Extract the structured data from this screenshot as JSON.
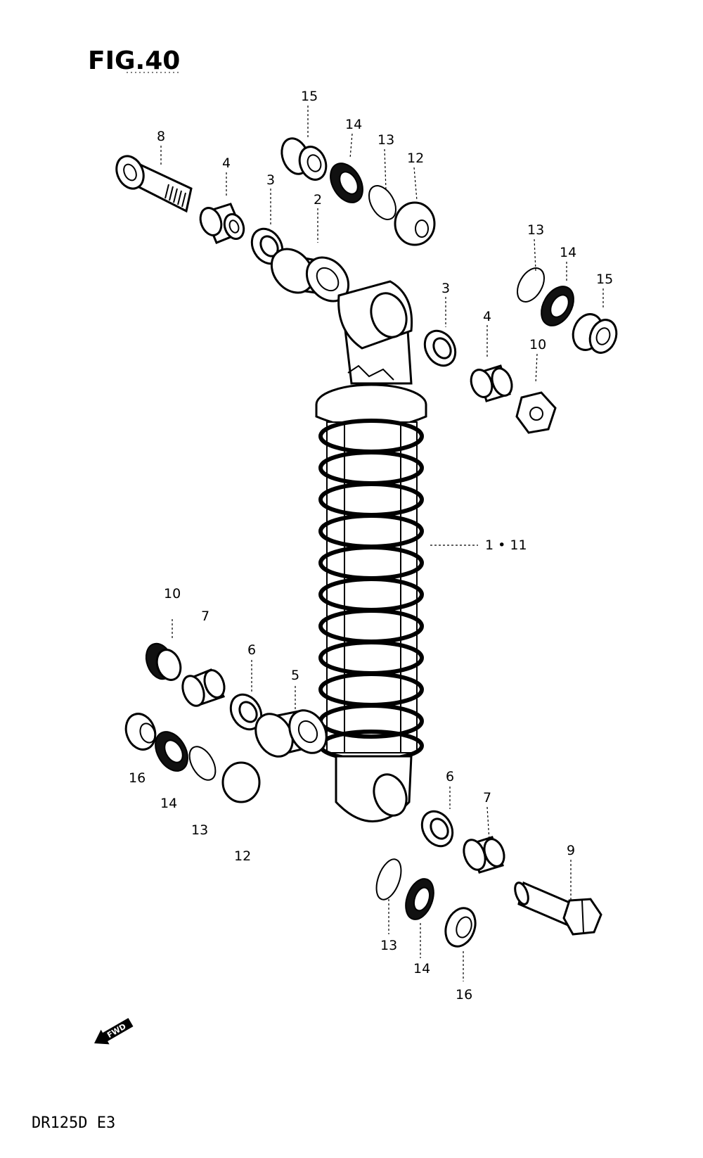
{
  "figure_title": "FIG.40",
  "model_code": "DR125D  E3",
  "fwd_label": "FWD",
  "callouts": {
    "c15_top": "15",
    "c14_top": "14",
    "c13_top": "13",
    "c12_top": "12",
    "c8": "8",
    "c4_top": "4",
    "c3_top": "3",
    "c2": "2",
    "c13_right": "13",
    "c14_right": "14",
    "c15_right": "15",
    "c3_right": "3",
    "c4_right": "4",
    "c10_right": "10",
    "c1_11": "1 • 11",
    "c10_left": "10",
    "c7_left": "7",
    "c6_left": "6",
    "c5": "5",
    "c16_left": "16",
    "c14_left": "14",
    "c13_left": "13",
    "c12_left": "12",
    "c6_bottom": "6",
    "c7_bottom": "7",
    "c9": "9",
    "c13_bottom": "13",
    "c14_bottom": "14",
    "c16_bottom": "16"
  }
}
